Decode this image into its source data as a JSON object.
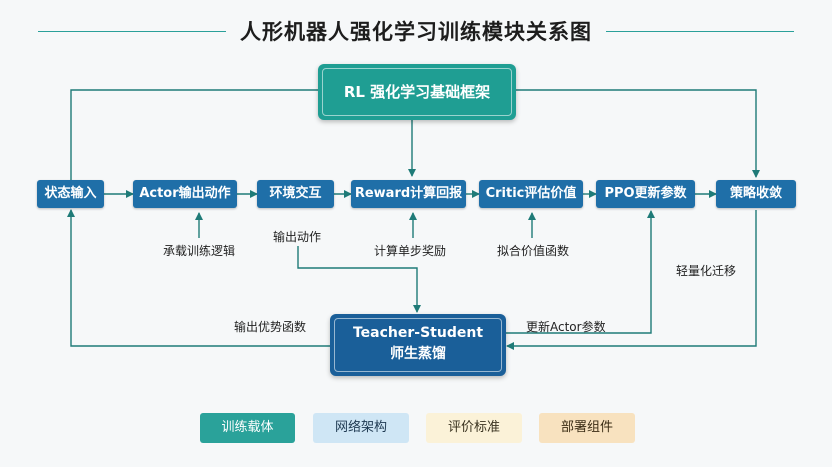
{
  "title": "人形机器人强化学习训练模块关系图",
  "framework": {
    "label": "RL 强化学习基础框架"
  },
  "distill": {
    "line1": "Teacher-Student",
    "line2": "师生蒸馏"
  },
  "flow": [
    {
      "id": "state",
      "label": "状态输入"
    },
    {
      "id": "actor",
      "label": "Actor输出动作"
    },
    {
      "id": "env",
      "label": "环境交互"
    },
    {
      "id": "reward",
      "label": "Reward计算回报"
    },
    {
      "id": "critic",
      "label": "Critic评估价值"
    },
    {
      "id": "ppo",
      "label": "PPO更新参数"
    },
    {
      "id": "converge",
      "label": "策略收敛"
    }
  ],
  "annotations": {
    "actor_note": "承载训练逻辑",
    "env_note": "输出动作",
    "reward_note": "计算单步奖励",
    "critic_note": "拟合价值函数",
    "converge_note": "轻量化迁移",
    "advantage_note": "输出优势函数",
    "update_actor_note": "更新Actor参数"
  },
  "legend": [
    {
      "label": "训练载体",
      "bg": "#2aa29a",
      "fg": "#ffffff"
    },
    {
      "label": "网络架构",
      "bg": "#cfe6f5",
      "fg": "#1f3a52"
    },
    {
      "label": "评价标准",
      "bg": "#fbf2d8",
      "fg": "#3a3320"
    },
    {
      "label": "部署组件",
      "bg": "#f8e2bf",
      "fg": "#3a2c14"
    }
  ],
  "colors": {
    "node": "#1f6fa8",
    "arrow": "#1f7b78",
    "framework": "#1f9e93",
    "distill": "#1a5f99",
    "title_line": "#2aa09a"
  }
}
